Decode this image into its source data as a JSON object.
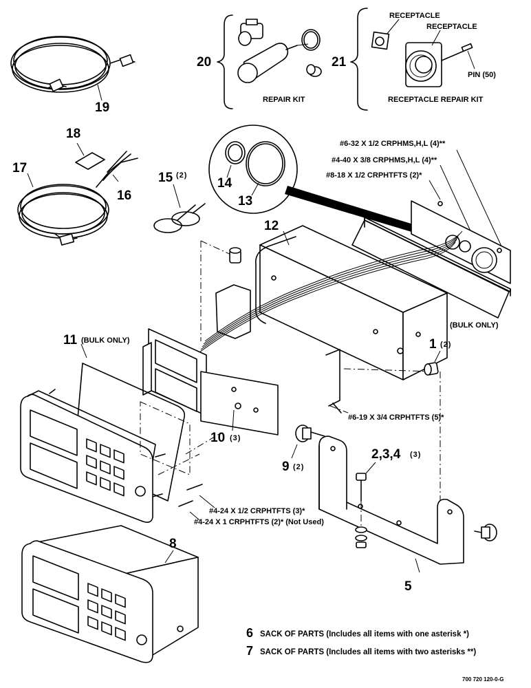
{
  "callouts": {
    "n1": "1",
    "n1_qty": "(2)",
    "n234": "2,3,4",
    "n234_qty": "(3)",
    "n5": "5",
    "n8": "8",
    "n9": "9",
    "n9_qty": "(2)",
    "n10": "10",
    "n10_qty": "(3)",
    "n11a": "11",
    "n11a_note": "(BULK ONLY)",
    "n11b": "11",
    "n11b_note": "(BULK ONLY)",
    "n12": "12",
    "n13": "13",
    "n14": "14",
    "n15": "15",
    "n15_qty": "(2)",
    "n16": "16",
    "n17": "17",
    "n18": "18",
    "n19": "19",
    "n20": "20",
    "n21": "21"
  },
  "labels": {
    "repair_kit": "REPAIR KIT",
    "receptacle_small": "RECEPTACLE",
    "receptacle_large": "RECEPTACLE",
    "pin": "PIN (50)",
    "receptacle_repair_kit": "RECEPTACLE REPAIR KIT"
  },
  "hardware": {
    "h1": "#6-32 X 1/2 CRPHMS,H,L (4)**",
    "h2": "#4-40 X 3/8 CRPHMS,H,L (4)**",
    "h3": "#8-18 X 1/2 CRPHTFTS (2)*",
    "h4": "#6-19 X 3/4 CRPHTFTS (5)*",
    "h5": "#4-24 X 1/2 CRPHTFTS (3)*",
    "h6": "#4-24 X 1 CRPHTFTS (2)* (Not Used)"
  },
  "notes": [
    {
      "num": "6",
      "text": "SACK OF PARTS (Includes all items with one asterisk *)"
    },
    {
      "num": "7",
      "text": "SACK OF PARTS (Includes all items with two asterisks **)"
    }
  ],
  "drawing_number": "700 720 120-0-G"
}
